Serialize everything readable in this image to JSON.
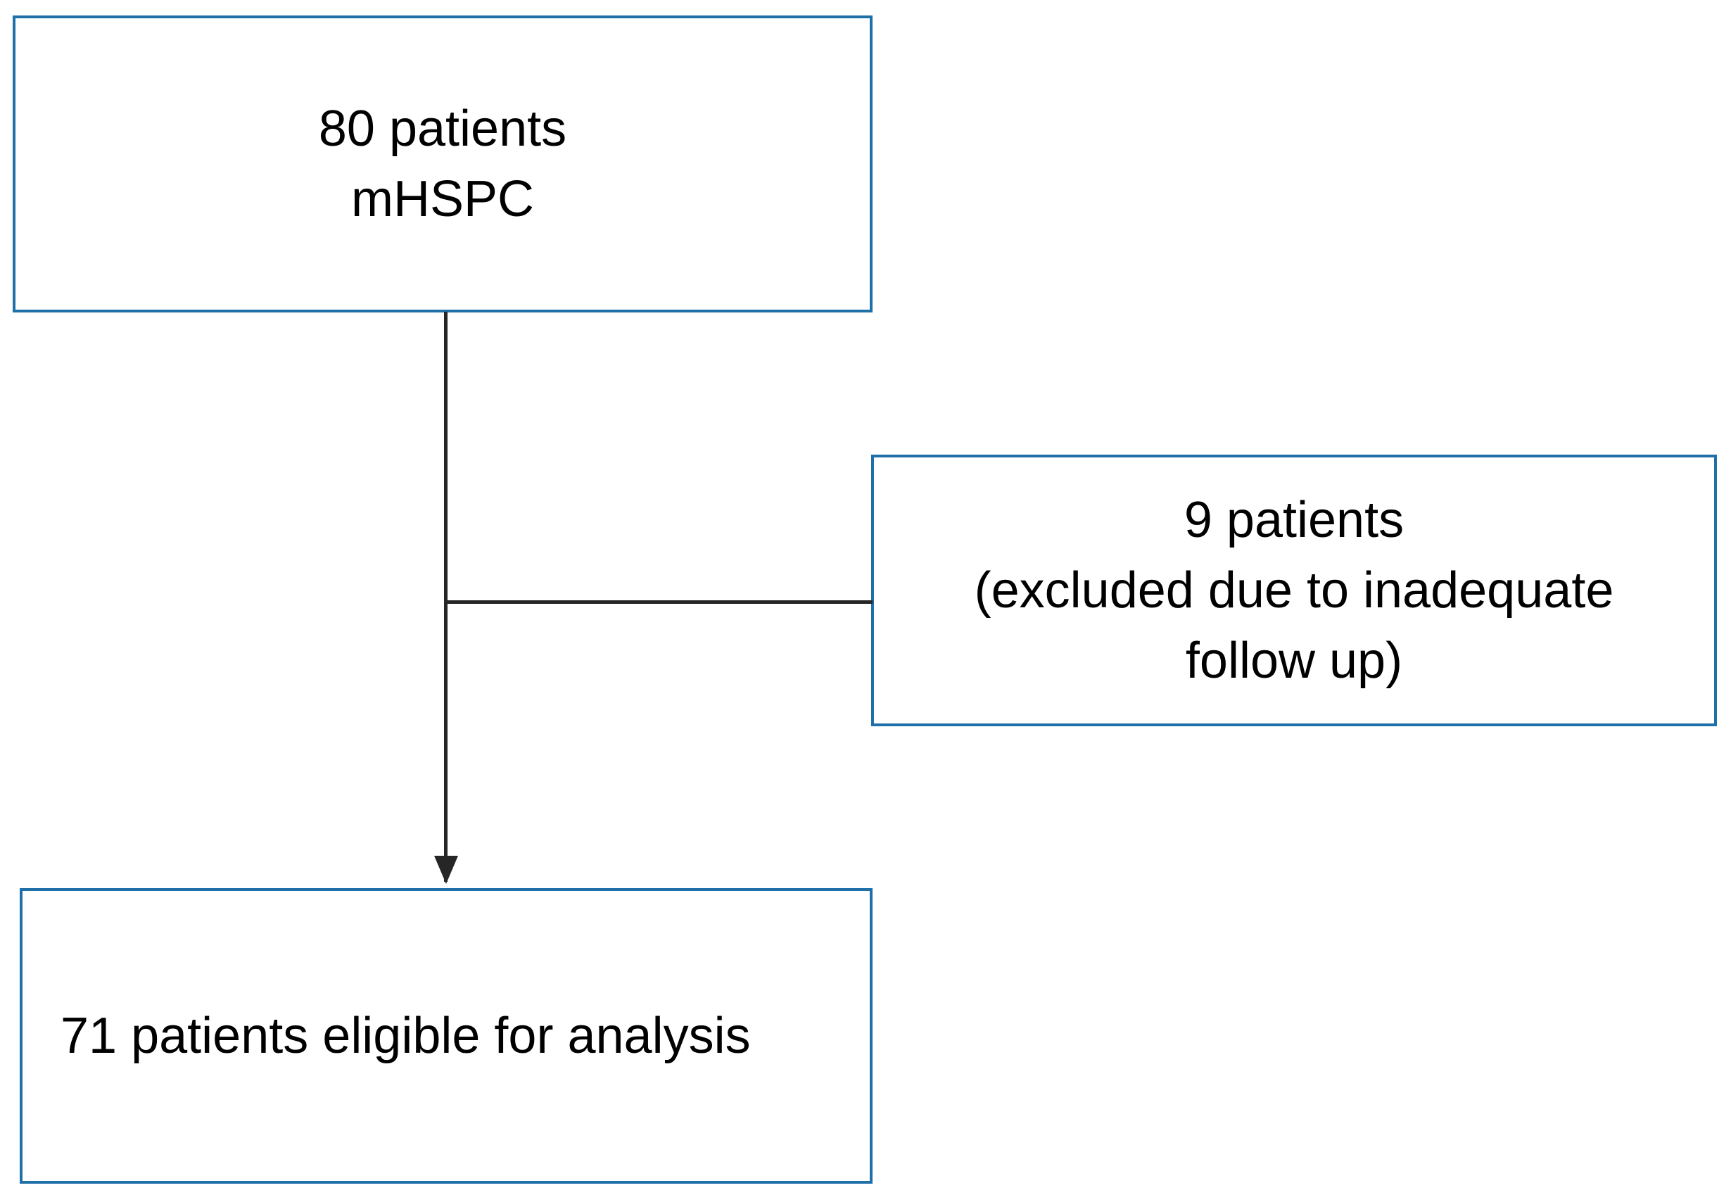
{
  "diagram": {
    "type": "patient-flow-consort",
    "accent_color": "#1f6fa8",
    "connector_color": "#262626",
    "background_color": "#ffffff",
    "boxes": [
      {
        "id": "source",
        "name": "source-cohort-box",
        "align": "center",
        "lines": [
          "80 patients",
          "mHSPC"
        ]
      },
      {
        "id": "excluded",
        "name": "excluded-patients-box",
        "align": "center",
        "lines": [
          "9 patients",
          "(excluded due to inadequate",
          "follow up)"
        ]
      },
      {
        "id": "eligible",
        "name": "eligible-patients-box",
        "align": "left",
        "lines": [
          "71 patients eligible for analysis"
        ]
      }
    ],
    "connectors": [
      {
        "id": "vertical",
        "name": "source-to-eligible-arrow",
        "kind": "arrow",
        "from": "source",
        "to": "eligible"
      },
      {
        "id": "horizontal",
        "name": "source-to-excluded-line",
        "kind": "line",
        "from": "source",
        "to": "excluded"
      }
    ],
    "counts": {
      "enrolled": 80,
      "excluded": 9,
      "eligible": 71
    }
  }
}
